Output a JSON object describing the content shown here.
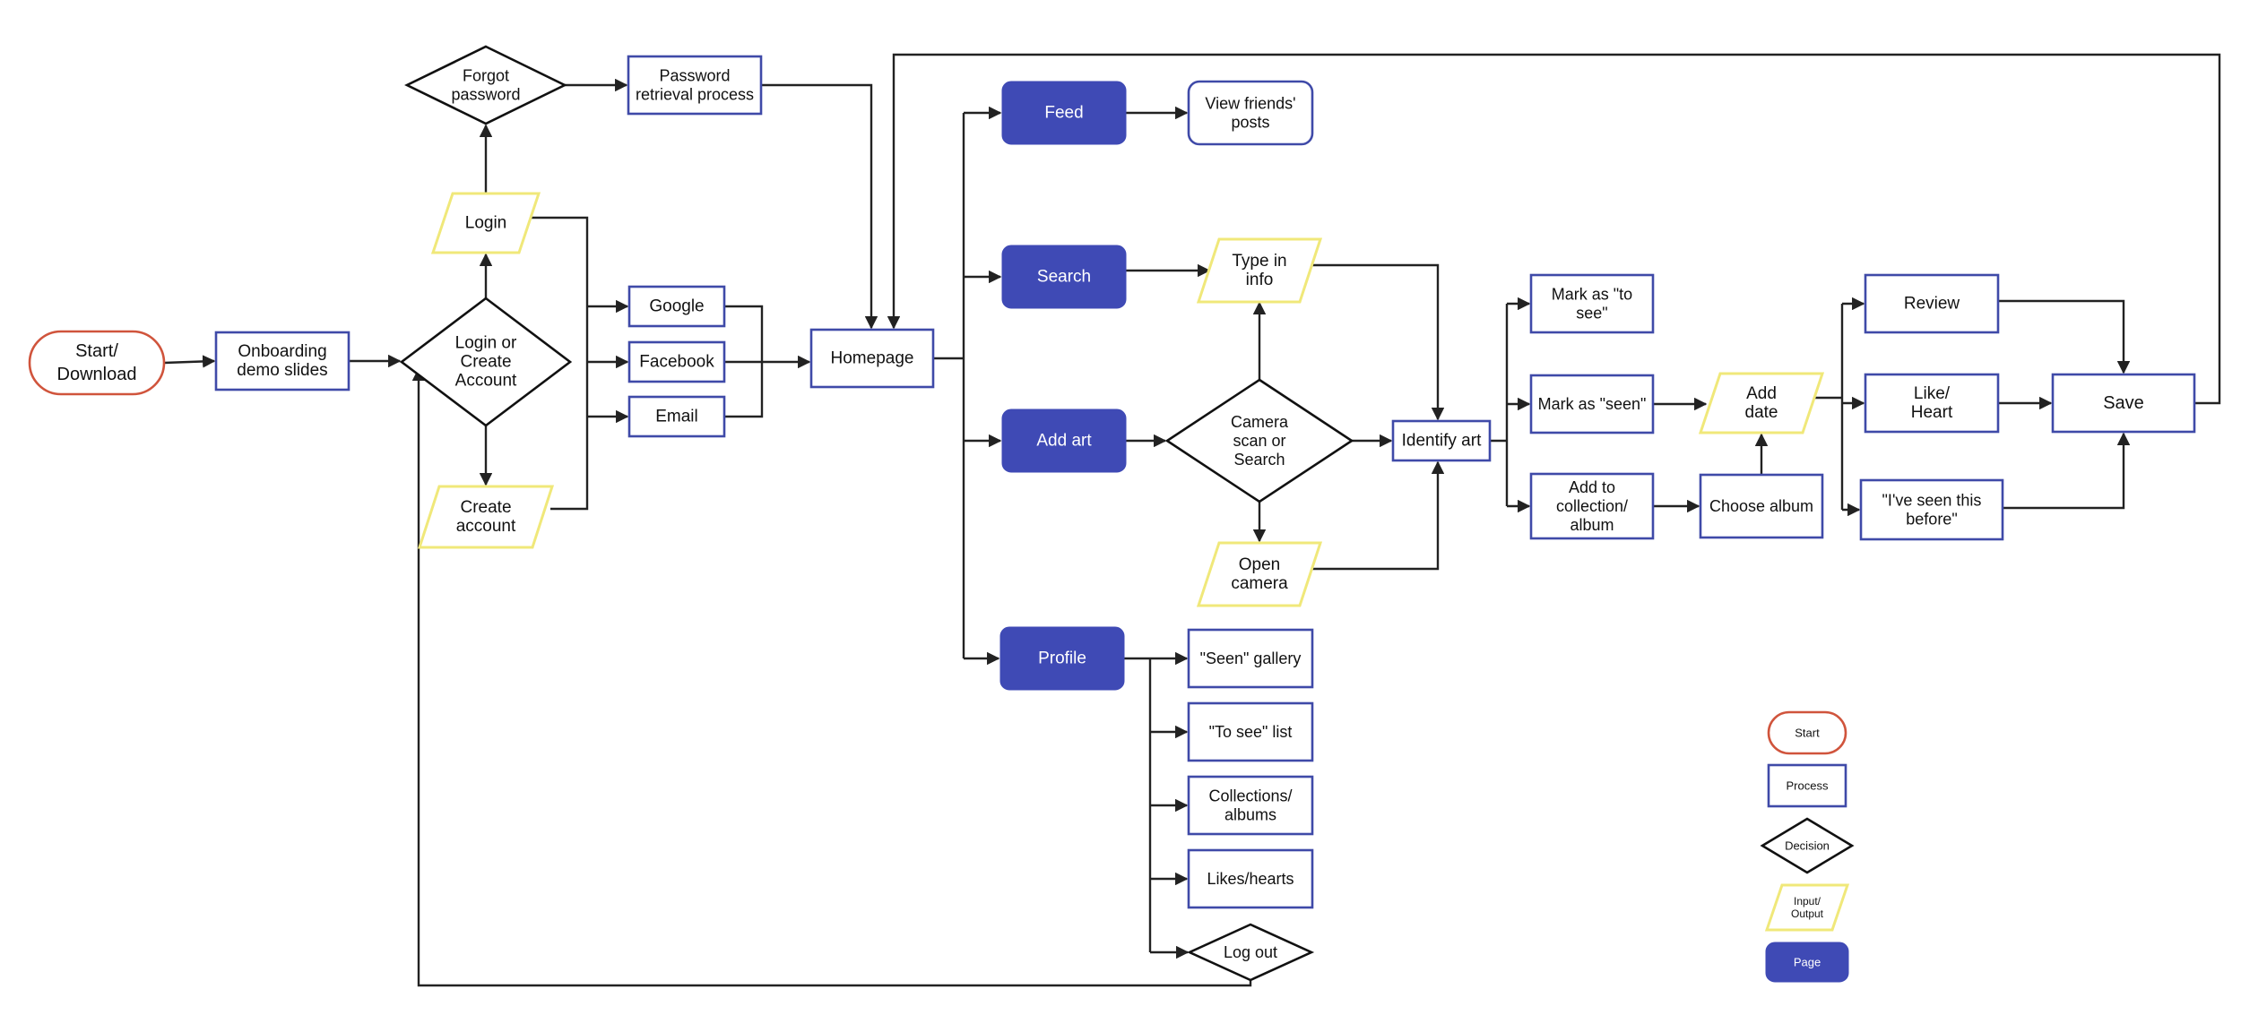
{
  "colors": {
    "start_border": "#d0543c",
    "process_border": "#3f4aa8",
    "decision_border": "#111111",
    "io_border": "#f0e87a",
    "page_fill": "#3f4ab5",
    "connector": "#222222"
  },
  "nodes": {
    "start_download": {
      "type": "start",
      "lines": [
        "Start/",
        "Download"
      ]
    },
    "onboarding": {
      "type": "process",
      "lines": [
        "Onboarding",
        "demo slides"
      ]
    },
    "login_or_create": {
      "type": "decision",
      "lines": [
        "Login or",
        "Create",
        "Account"
      ]
    },
    "forgot_password": {
      "type": "decision",
      "lines": [
        "Forgot",
        "password"
      ]
    },
    "password_retrieval": {
      "type": "process",
      "lines": [
        "Password",
        "retrieval process"
      ]
    },
    "login": {
      "type": "io",
      "lines": [
        "Login"
      ]
    },
    "create_account": {
      "type": "io",
      "lines": [
        "Create",
        "account"
      ]
    },
    "google": {
      "type": "process",
      "lines": [
        "Google"
      ]
    },
    "facebook": {
      "type": "process",
      "lines": [
        "Facebook"
      ]
    },
    "email": {
      "type": "process",
      "lines": [
        "Email"
      ]
    },
    "homepage": {
      "type": "process",
      "lines": [
        "Homepage"
      ]
    },
    "feed": {
      "type": "page",
      "lines": [
        "Feed"
      ]
    },
    "search": {
      "type": "page",
      "lines": [
        "Search"
      ]
    },
    "add_art": {
      "type": "page",
      "lines": [
        "Add art"
      ]
    },
    "profile": {
      "type": "page",
      "lines": [
        "Profile"
      ]
    },
    "view_friends_posts": {
      "type": "rounded",
      "lines": [
        "View friends'",
        "posts"
      ]
    },
    "type_in_info": {
      "type": "io",
      "lines": [
        "Type in",
        "info"
      ]
    },
    "camera_scan_or_search": {
      "type": "decision",
      "lines": [
        "Camera",
        "scan or",
        "Search"
      ]
    },
    "open_camera": {
      "type": "io",
      "lines": [
        "Open",
        "camera"
      ]
    },
    "identify_art": {
      "type": "process",
      "lines": [
        "Identify art"
      ]
    },
    "mark_to_see": {
      "type": "process",
      "lines": [
        "Mark as \"to",
        "see\""
      ]
    },
    "mark_seen": {
      "type": "process",
      "lines": [
        "Mark as \"seen\""
      ]
    },
    "add_to_collection": {
      "type": "process",
      "lines": [
        "Add to",
        "collection/",
        "album"
      ]
    },
    "add_date": {
      "type": "io",
      "lines": [
        "Add",
        "date"
      ]
    },
    "choose_album": {
      "type": "process",
      "lines": [
        "Choose album"
      ]
    },
    "review": {
      "type": "process",
      "lines": [
        "Review"
      ]
    },
    "like_heart": {
      "type": "process",
      "lines": [
        "Like/",
        "Heart"
      ]
    },
    "seen_before": {
      "type": "process",
      "lines": [
        "\"I've seen this",
        "before\""
      ]
    },
    "save": {
      "type": "process",
      "lines": [
        "Save"
      ]
    },
    "seen_gallery": {
      "type": "process",
      "lines": [
        "\"Seen\" gallery"
      ]
    },
    "to_see_list": {
      "type": "process",
      "lines": [
        "\"To see\" list"
      ]
    },
    "collections_albums": {
      "type": "process",
      "lines": [
        "Collections/",
        "albums"
      ]
    },
    "likes_hearts": {
      "type": "process",
      "lines": [
        "Likes/hearts"
      ]
    },
    "log_out": {
      "type": "decision",
      "lines": [
        "Log out"
      ]
    }
  },
  "legend": {
    "start": {
      "type": "start",
      "lines": [
        "Start"
      ]
    },
    "process": {
      "type": "process",
      "lines": [
        "Process"
      ]
    },
    "decision": {
      "type": "decision",
      "lines": [
        "Decision"
      ]
    },
    "io": {
      "type": "io",
      "lines": [
        "Input/",
        "Output"
      ]
    },
    "page": {
      "type": "page",
      "lines": [
        "Page"
      ]
    }
  }
}
